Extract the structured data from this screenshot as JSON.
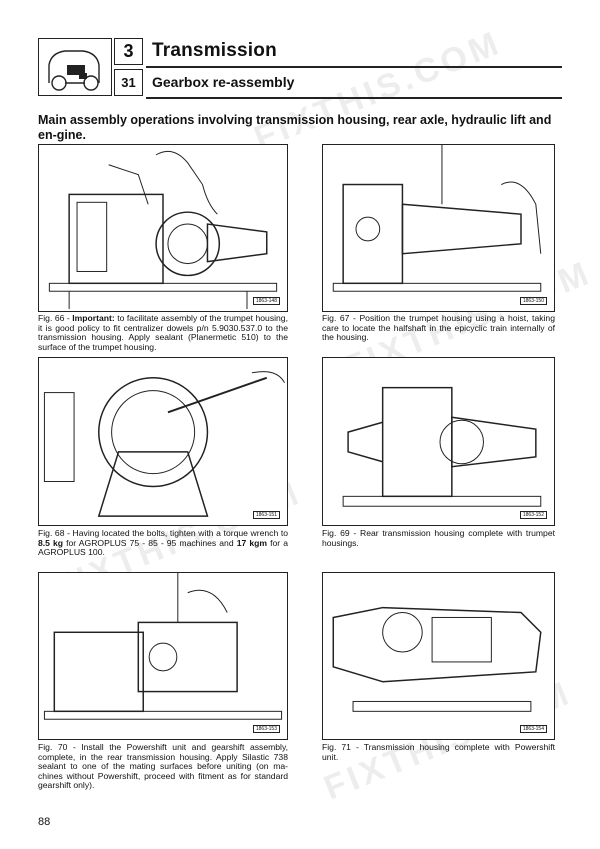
{
  "header": {
    "section_number": "3",
    "subsection_number": "31",
    "title": "Transmission",
    "subtitle": "Gearbox re-assembly"
  },
  "heading": "Main assembly operations involving transmission housing, rear axle, hydraulic lift and en-gine.",
  "figures": [
    {
      "tag": "1863-148",
      "caption_prefix": "Fig. 66 - ",
      "caption_bold": "Important:",
      "caption_rest": " to facilitate assembly of the trumpet housing, it is good policy to fit centralizer dowels p/n 5.9030.537.0 to the transmission housing. Apply sealant (Planermetic 510) to the surface of the trumpet housing."
    },
    {
      "tag": "1863-150",
      "caption": "Fig. 67 - Position the trumpet housing using a hoist, taking care to locate the halfshaft in the epicyclic train internally of the housing."
    },
    {
      "tag": "1863-151",
      "caption_a": "Fig. 68 - Having located the bolts, tighten with a torque wrench to ",
      "caption_b_bold": "8.5 kg",
      "caption_c": " for AGROPLUS 75 - 85 - 95 machines and ",
      "caption_d_bold": "17 kgm",
      "caption_e": " for a AGROPLUS 100."
    },
    {
      "tag": "1863-152",
      "caption": "Fig. 69 - Rear transmission housing complete with trumpet housings."
    },
    {
      "tag": "1863-153",
      "caption": "Fig. 70 - Install the Powershift unit and gearshift assembly, complete, in the rear transmission housing. Apply Silastic 738 sealant to one of the mating surfaces before uniting (on ma-chines without Powershift, proceed with fitment as for standard gearshift only)."
    },
    {
      "tag": "1863-154",
      "caption": "Fig. 71 - Transmission housing complete with Powershift unit."
    }
  ],
  "watermark": "FIXTHIS.COM",
  "page_number": "88"
}
